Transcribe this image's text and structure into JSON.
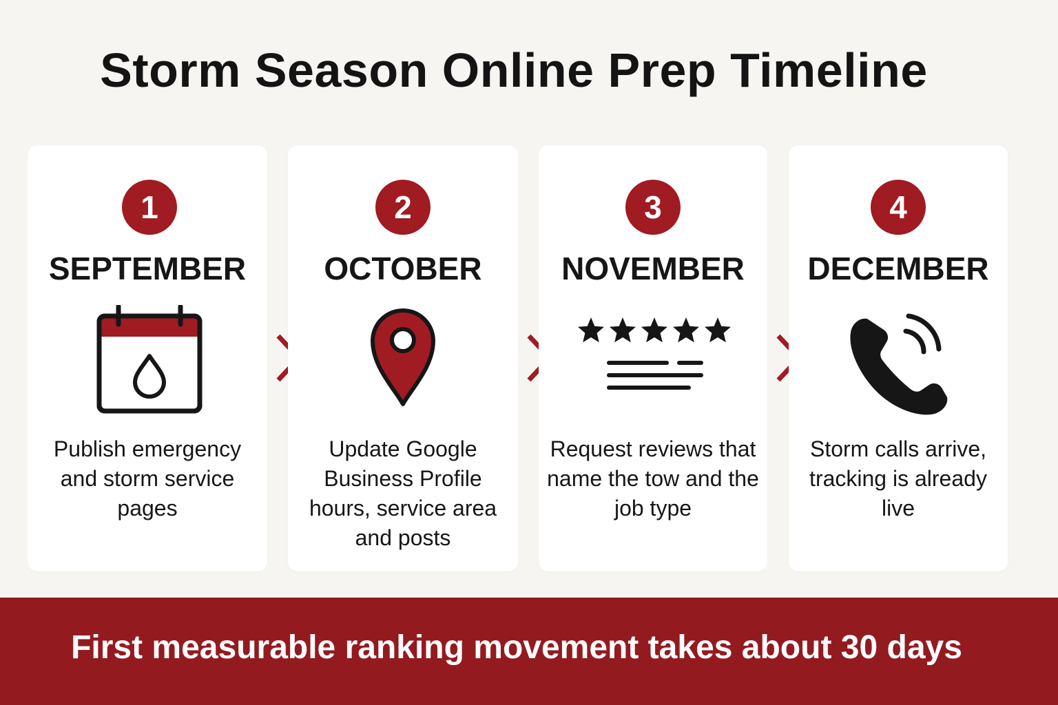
{
  "title": "Storm Season Online Prep Timeline",
  "colors": {
    "accent": "#a01b22",
    "text": "#161616",
    "banner": "#931b20",
    "background": "#f6f5f2"
  },
  "steps": [
    {
      "number": "1",
      "month": "SEPTEMBER",
      "icon": "calendar-drop-icon",
      "description": "Publish emergency and storm service pages"
    },
    {
      "number": "2",
      "month": "OCTOBER",
      "icon": "map-pin-icon",
      "description": "Update Google Business Profile hours, service area and posts"
    },
    {
      "number": "3",
      "month": "NOVEMBER",
      "icon": "five-star-review-icon",
      "description": "Request reviews that name the tow and the job type"
    },
    {
      "number": "4",
      "month": "DECEMBER",
      "icon": "phone-ringing-icon",
      "description": "Storm calls arrive, tracking is already live"
    }
  ],
  "banner": {
    "text": "First measurable ranking movement takes about 30 days"
  }
}
